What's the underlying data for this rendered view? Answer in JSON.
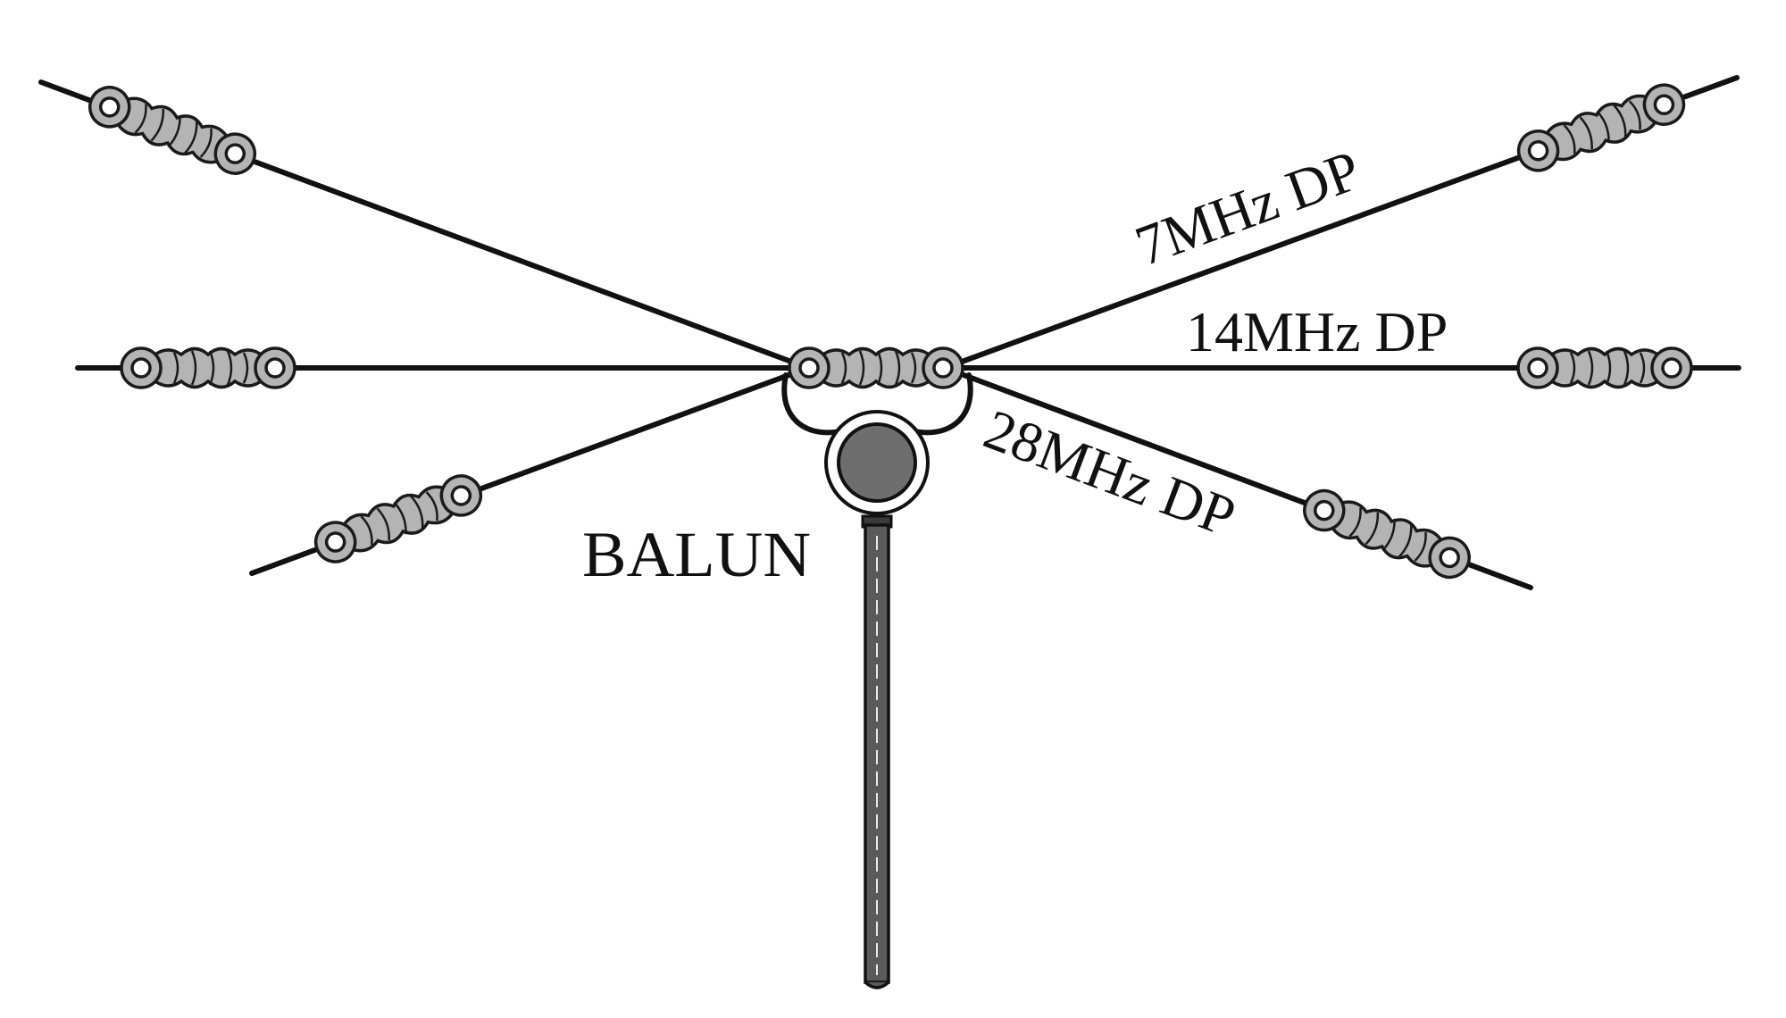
{
  "diagram": {
    "labels": {
      "band_7": "7MHz DP",
      "band_14": "14MHz DP",
      "band_28": "28MHz DP",
      "balun": "BALUN"
    },
    "components": {
      "insulator": "strain-insulator",
      "balun": "balun-unit",
      "feedline": "coax-feedline"
    },
    "colors": {
      "wire": "#111111",
      "insulator_fill": "#b4b4b4",
      "balun_fill": "#6e6e6e",
      "feedline_fill": "#5a5a5a"
    }
  }
}
